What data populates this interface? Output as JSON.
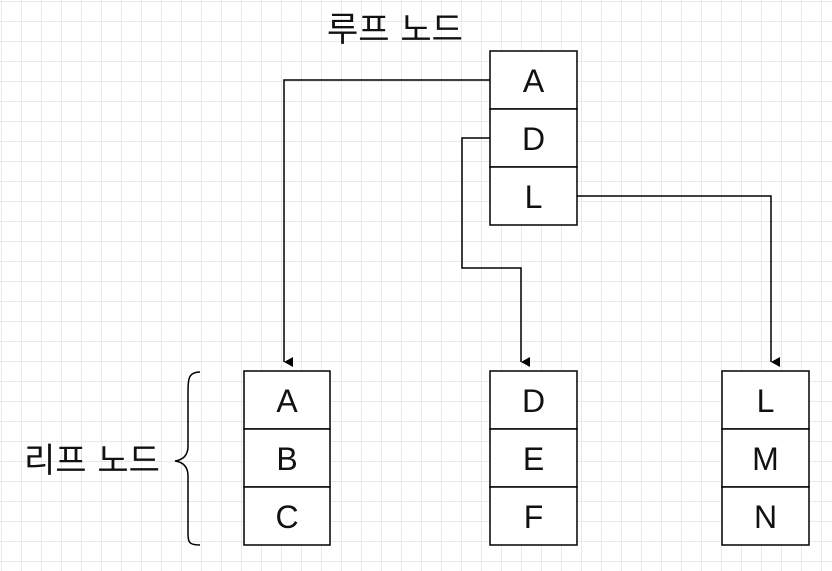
{
  "labels": {
    "root": "루프 노드",
    "leaf": "리프 노드"
  },
  "root_node": {
    "keys": [
      "A",
      "D",
      "L"
    ]
  },
  "leaf_nodes": [
    {
      "keys": [
        "A",
        "B",
        "C"
      ]
    },
    {
      "keys": [
        "D",
        "E",
        "F"
      ]
    },
    {
      "keys": [
        "L",
        "M",
        "N"
      ]
    }
  ],
  "pointers": [
    {
      "from_key": "A",
      "to_leaf": 0
    },
    {
      "from_key": "D",
      "to_leaf": 1
    },
    {
      "from_key": "L",
      "to_leaf": 2
    }
  ]
}
